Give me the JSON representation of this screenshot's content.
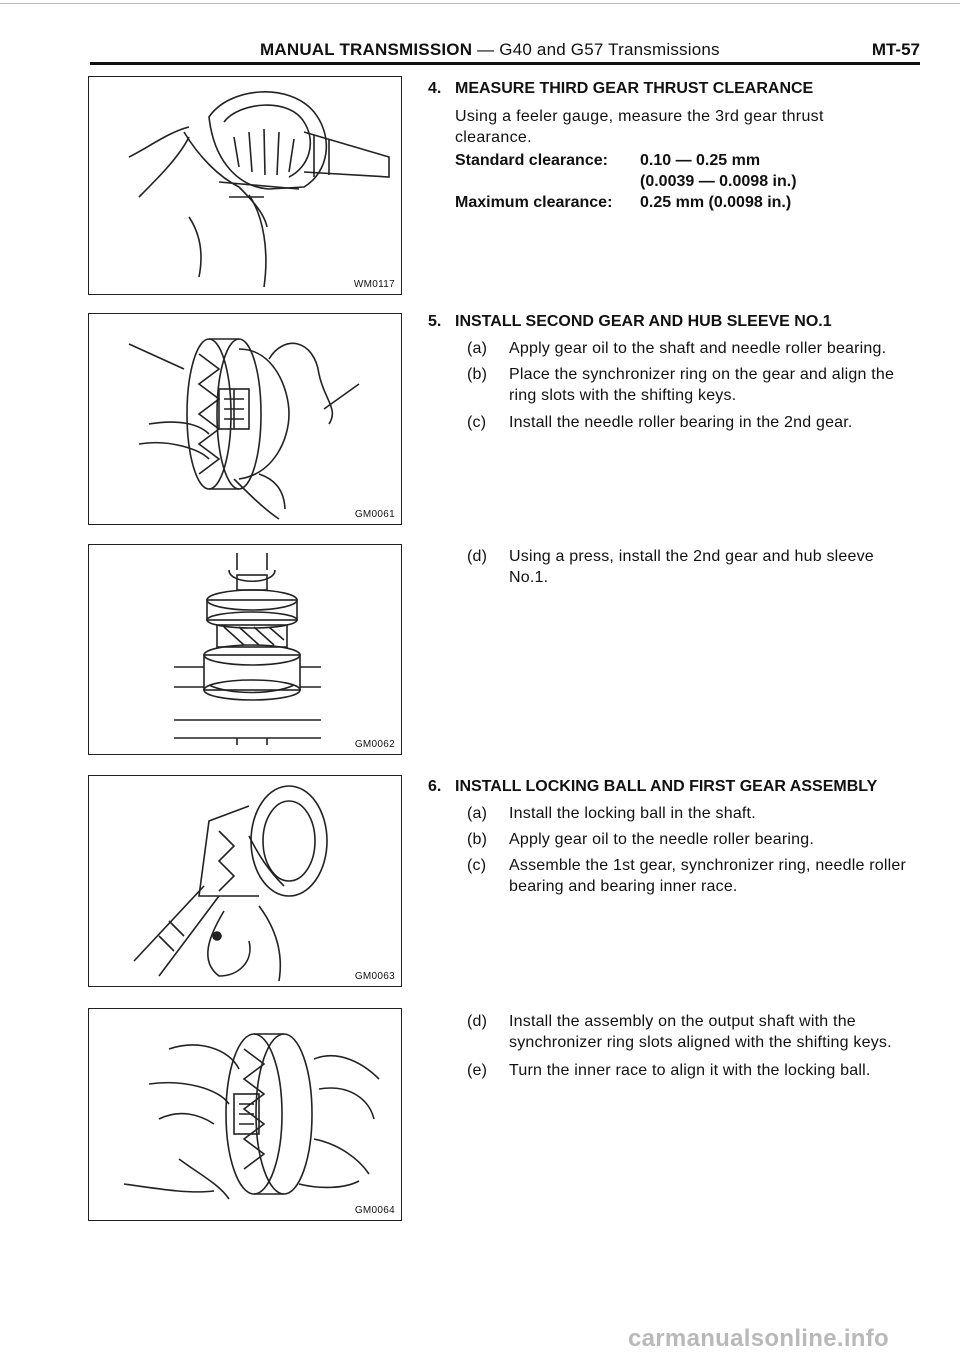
{
  "header": {
    "title_bold": "MANUAL TRANSMISSION",
    "title_rest": " — G40 and G57 Transmissions",
    "page_number": "MT-57"
  },
  "figures": [
    {
      "code": "WM0117"
    },
    {
      "code": "GM0061"
    },
    {
      "code": "GM0062"
    },
    {
      "code": "GM0063"
    },
    {
      "code": "GM0064"
    }
  ],
  "step4": {
    "number": "4.",
    "title": "MEASURE THIRD GEAR THRUST CLEARANCE",
    "body_line1": "Using a feeler gauge, measure the 3rd gear thrust",
    "body_line2": "clearance.",
    "std_label": "Standard clearance:",
    "std_value1": "0.10 — 0.25 mm",
    "std_value2": "(0.0039 — 0.0098 in.)",
    "max_label": "Maximum clearance:",
    "max_value": "0.25 mm (0.0098 in.)"
  },
  "step5": {
    "number": "5.",
    "title": "INSTALL SECOND GEAR AND HUB SLEEVE NO.1",
    "a_letter": "(a)",
    "a_text": "Apply gear oil to the shaft and needle roller bearing.",
    "b_letter": "(b)",
    "b_text": "Place the synchronizer ring on the gear and align the ring slots with the shifting keys.",
    "c_letter": "(c)",
    "c_text": "Install the needle roller bearing in the 2nd gear.",
    "d_letter": "(d)",
    "d_text": "Using a press, install the 2nd gear and hub sleeve No.1."
  },
  "step6": {
    "number": "6.",
    "title": "INSTALL LOCKING BALL AND FIRST GEAR ASSEMBLY",
    "a_letter": "(a)",
    "a_text": "Install the locking ball in the shaft.",
    "b_letter": "(b)",
    "b_text": "Apply gear oil to the needle roller bearing.",
    "c_letter": "(c)",
    "c_text": "Assemble the 1st gear, synchronizer ring, needle roller bearing and bearing inner race.",
    "d_letter": "(d)",
    "d_text": "Install the assembly on the output shaft with the synchronizer ring slots aligned with the shifting keys.",
    "e_letter": "(e)",
    "e_text": "Turn the inner race to align it with the locking ball."
  },
  "watermark": "carmanualsonline.info"
}
